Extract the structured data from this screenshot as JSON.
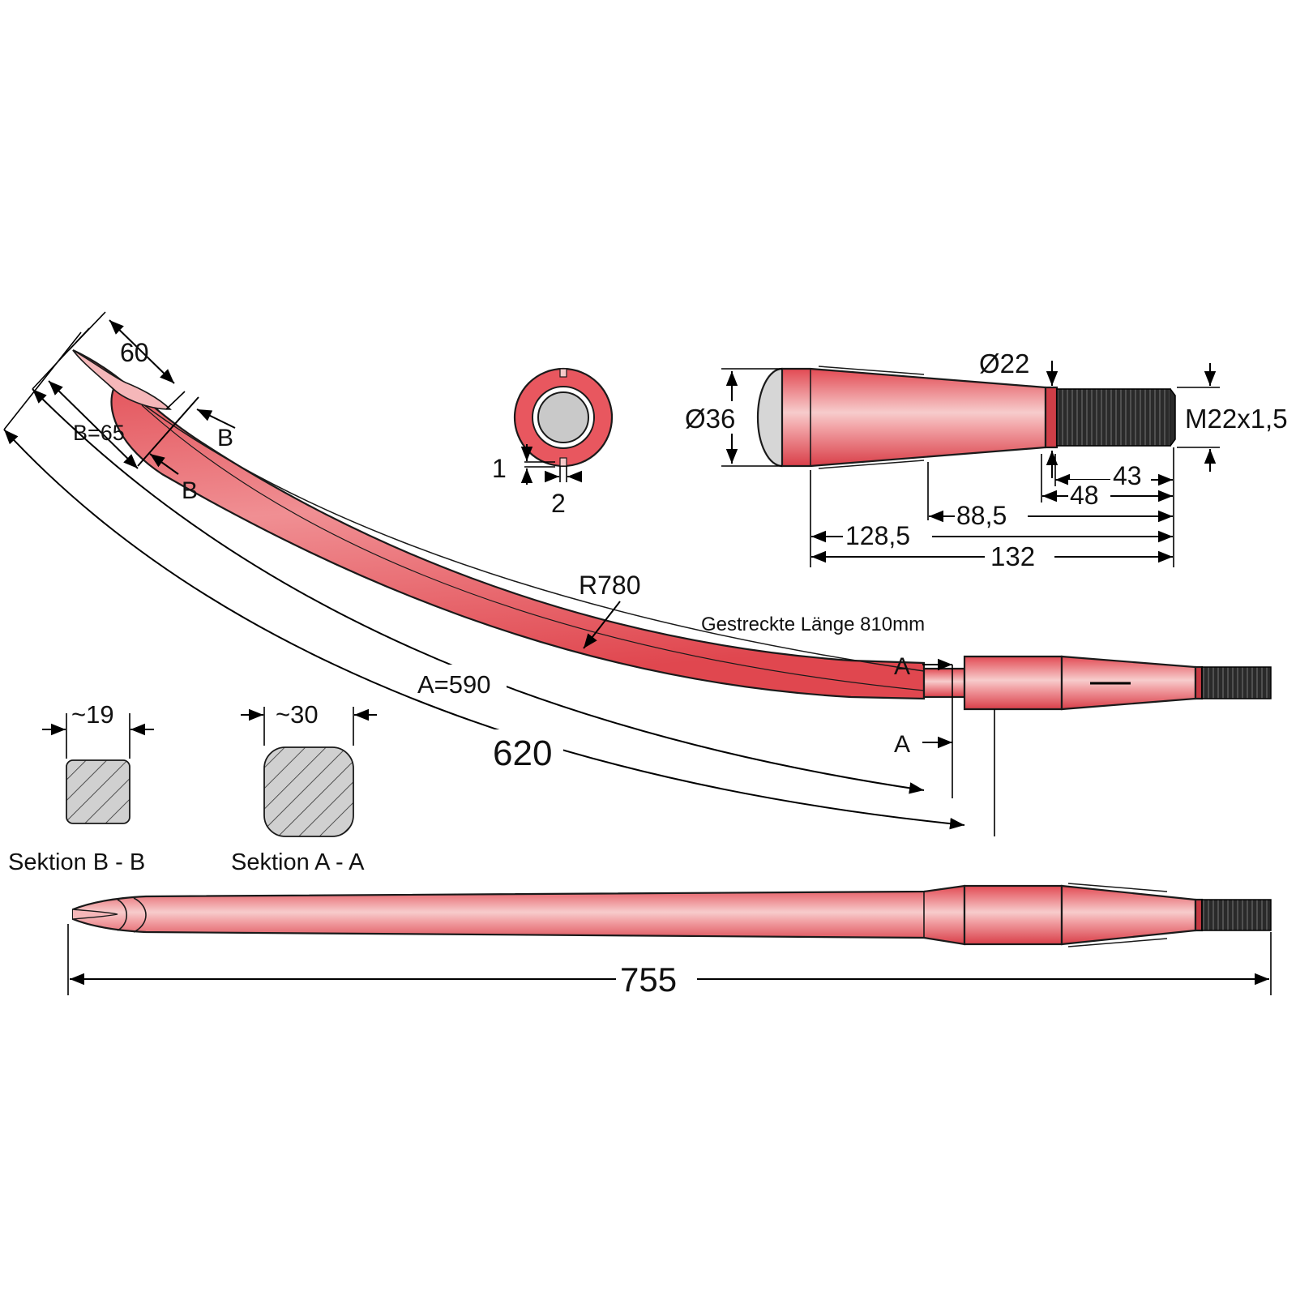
{
  "colors": {
    "tine_red": "#e8575f",
    "tine_light": "#f6c9c9",
    "thread": "#1c1c1c",
    "section_fill": "#cfcfcf"
  },
  "curved_view": {
    "tip_length": "60",
    "bb_mark": "B",
    "b_length": "B=65",
    "radius": "R780",
    "straight_length_note": "Gestreckte Länge 810mm",
    "a_length": "A=590",
    "total_curved": "620",
    "aa_mark": "A"
  },
  "end_view": {
    "dim_1": "1",
    "dim_2": "2"
  },
  "shank_detail": {
    "dia_36": "Ø36",
    "dia_22": "Ø22",
    "thread": "M22x1,5",
    "len_43": "43",
    "len_48": "48",
    "len_88_5": "88,5",
    "len_128_5": "128,5",
    "len_132": "132"
  },
  "sections": {
    "bb_width": "~19",
    "aa_width": "~30",
    "bb_title": "Sektion B - B",
    "aa_title": "Sektion A - A"
  },
  "straight_view": {
    "total_length": "755"
  },
  "icons": [
    "dimension-arrow-icon",
    "section-hatch"
  ]
}
